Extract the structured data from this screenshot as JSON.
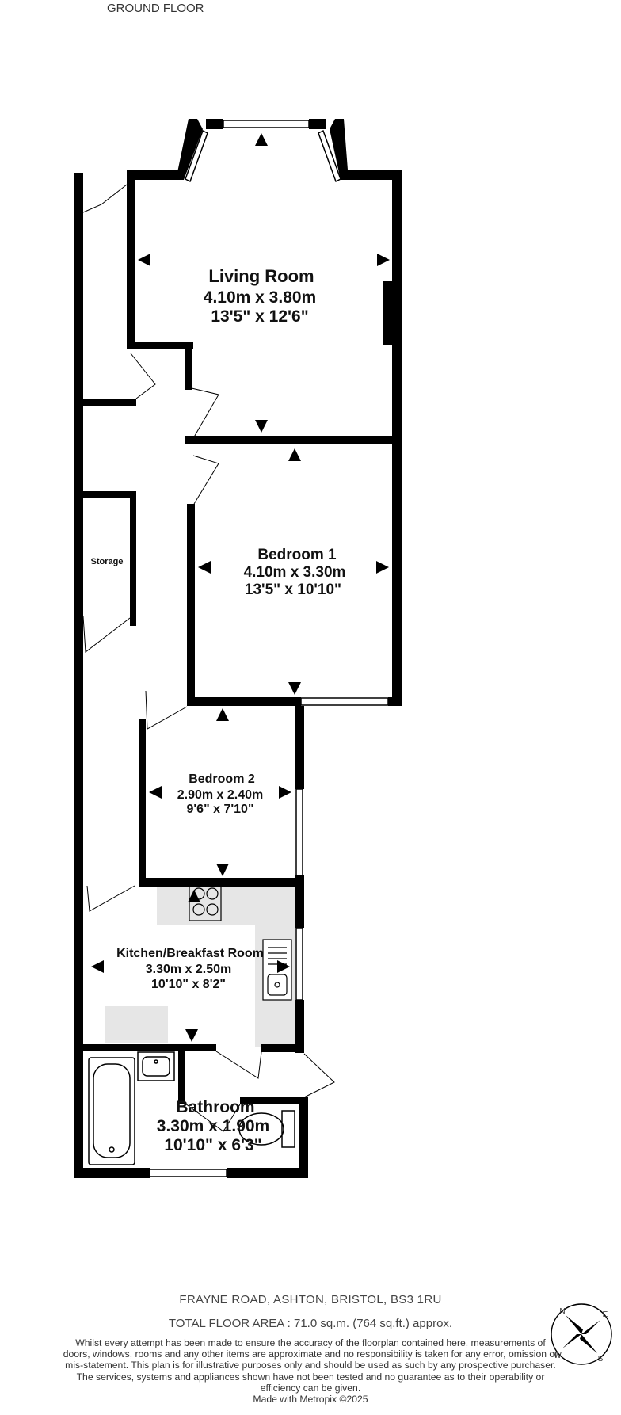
{
  "floor_title": "GROUND FLOOR",
  "rooms": {
    "living": {
      "name": "Living Room",
      "metric": "4.10m  x 3.80m",
      "imperial": "13'5\"  x 12'6\""
    },
    "bedroom1": {
      "name": "Bedroom 1",
      "metric": "4.10m  x 3.30m",
      "imperial": "13'5\"  x 10'10\""
    },
    "bedroom2": {
      "name": "Bedroom 2",
      "metric": "2.90m  x 2.40m",
      "imperial": "9'6\"  x 7'10\""
    },
    "kitchen": {
      "name": "Kitchen/Breakfast Room",
      "metric": "3.30m  x 2.50m",
      "imperial": "10'10\"  x 8'2\""
    },
    "bathroom": {
      "name": "Bathroom",
      "metric": "3.30m  x 1.90m",
      "imperial": "10'10\"  x 6'3\""
    },
    "storage": {
      "name": "Storage"
    }
  },
  "footer": {
    "address": "FRAYNE ROAD, ASHTON, BRISTOL, BS3 1RU",
    "total_area": "TOTAL FLOOR AREA : 71.0 sq.m. (764 sq.ft.) approx.",
    "disclaimer": "Whilst every attempt has been made to ensure the accuracy of the floorplan contained here, measurements of doors, windows, rooms and any other items are approximate and no responsibility is taken for any error, omission or mis-statement. This plan is for illustrative purposes only and should be used as such by any prospective purchaser. The services, systems and appliances shown have not been tested and no guarantee as to their operability or efficiency can be given.",
    "made_with": "Made with Metropix ©2025"
  },
  "compass": {
    "n": "N",
    "e": "E",
    "s": "S",
    "w": "W"
  },
  "colors": {
    "wall": "#000000",
    "fixture_fill": "#e6e6e6",
    "window_glass": "#ffffff"
  }
}
